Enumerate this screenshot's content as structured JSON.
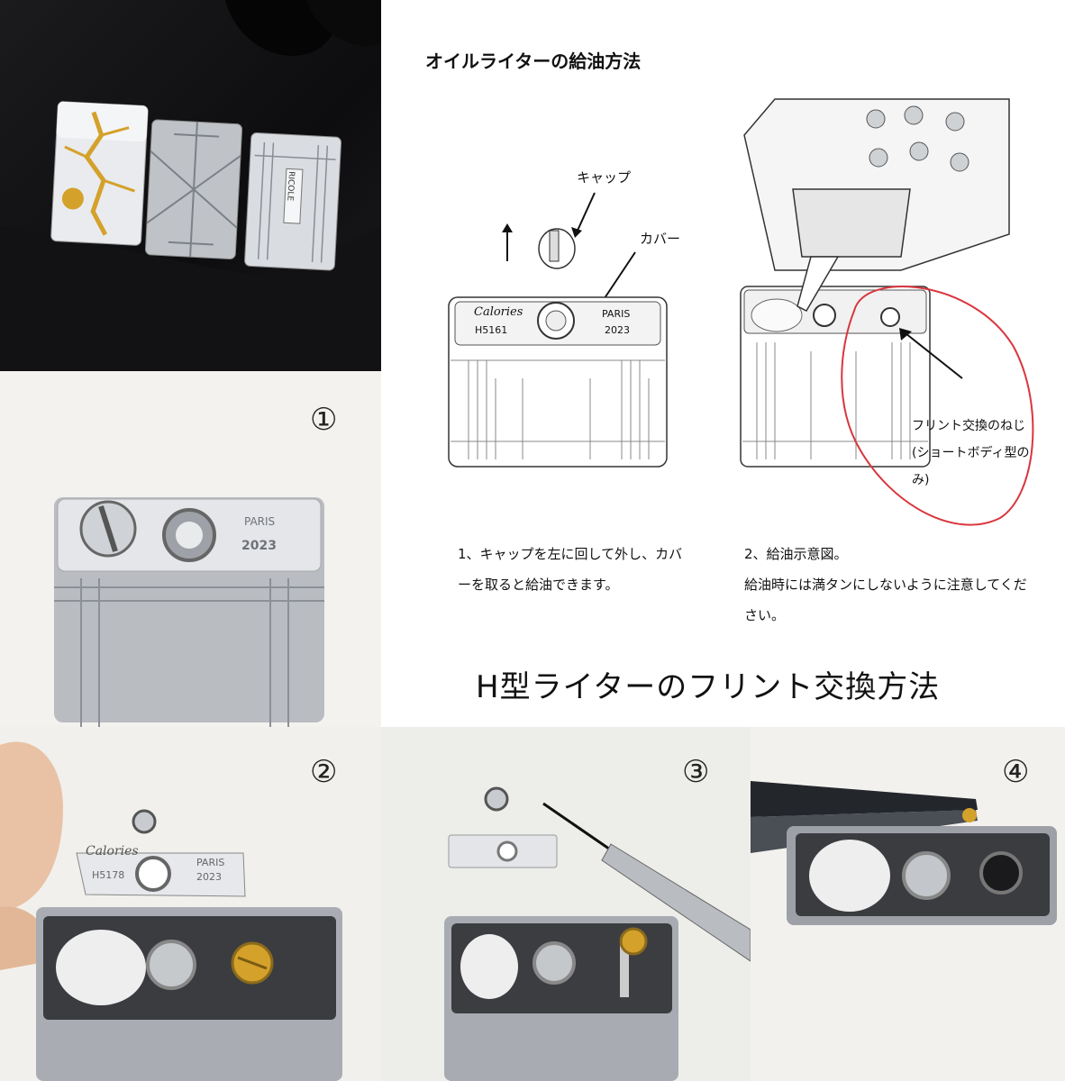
{
  "header": {
    "oil_title": "オイルライターの給油方法",
    "flint_title": "H型ライターのフリント交換方法"
  },
  "diagram": {
    "cap_label": "キャップ",
    "cover_label": "カバー",
    "engraving": {
      "brand": "Calories",
      "model": "H5161",
      "city": "PARIS",
      "year": "2023"
    },
    "flint_note": "フリント交換のねじ(ショートボディ型のみ)"
  },
  "captions": {
    "step1": "1、キャップを左に回して外し、カバーを取ると給油できます。",
    "step2_line1": "2、給油示意図。",
    "step2_line2": "給油時には満タンにしないように注意してください。"
  },
  "steps": {
    "n1": "①",
    "n2": "②",
    "n3": "③",
    "n4": "④"
  },
  "photos": {
    "p1_engraving_city": "PARIS",
    "p1_engraving_year": "2023",
    "p2_brand": "Calories",
    "p2_model": "H5178",
    "p2_city": "PARIS",
    "p2_year": "2023",
    "tl_lighter_text": "RICOLE"
  },
  "colors": {
    "annotation_red": "#d9363e",
    "gold": "#d4a12b",
    "chrome": "#c9ccd1"
  }
}
